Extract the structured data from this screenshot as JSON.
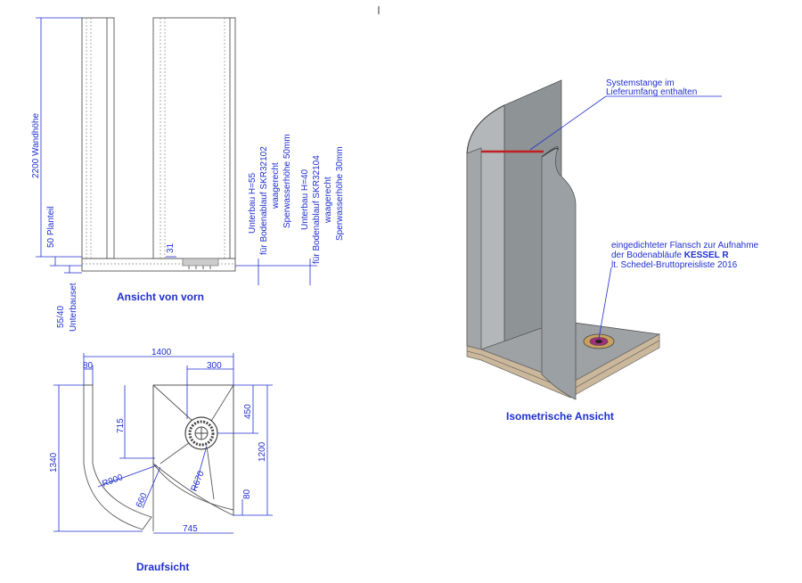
{
  "views": {
    "front": "Ansicht von vorn",
    "top": "Draufsicht",
    "iso": "Isometrische Ansicht"
  },
  "front_dims": {
    "wall_height": "2200 Wandhöhe",
    "plate": "50 Planteil",
    "sub": "55/40",
    "sub_label": "Unterbauset",
    "d31": "31"
  },
  "notes_front": {
    "a1": "Unterbau H=55",
    "a2": "für Bodenablauf SKR32102",
    "a3": "waagerecht",
    "a4": "Sperwasserhöhe 50mm",
    "b1": "Unterbau H=40",
    "b2": "für Bodenablauf SKR32104",
    "b3": "waagerecht",
    "b4": "Sperwasserhöhe 30mm"
  },
  "top_dims": {
    "w1400": "1400",
    "w80a": "80",
    "w300": "300",
    "h715": "715",
    "h450": "450",
    "h1340": "1340",
    "h1200": "1200",
    "r900": "R900",
    "r670": "R670",
    "d660": "660",
    "w80b": "80",
    "w745": "745"
  },
  "iso_notes": {
    "rod1": "Systemstange im",
    "rod2": "Lieferumfang enthalten",
    "fl1": "eingedichteter Flansch zur Aufnahme",
    "fl2a": "der Bodenabläufe ",
    "fl2b": "KESSEL R",
    "fl3": "lt. Schedel-Bruttopreisliste 2016"
  },
  "colors": {
    "dimension": "#1f2fd0",
    "rod": "#c02020",
    "flange": "#a0307a"
  }
}
